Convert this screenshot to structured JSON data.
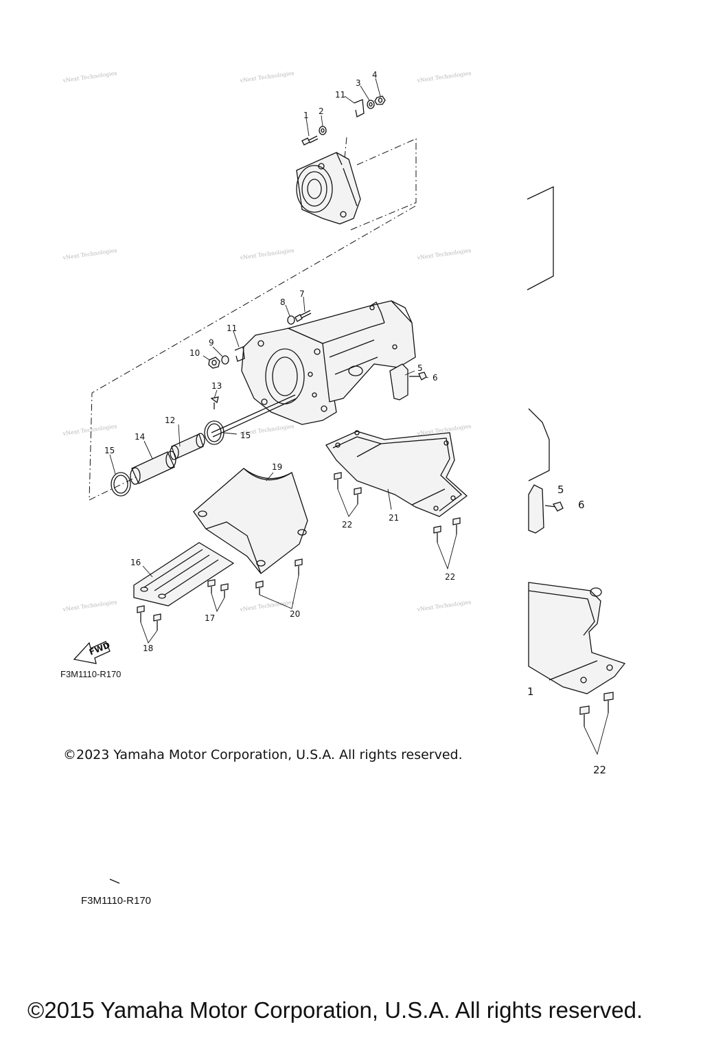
{
  "watermark": "vNext Technologies",
  "callouts": [
    "1",
    "2",
    "3",
    "4",
    "5",
    "6",
    "7",
    "8",
    "9",
    "10",
    "11",
    "11",
    "12",
    "13",
    "14",
    "15",
    "15",
    "16",
    "17",
    "18",
    "19",
    "20",
    "21",
    "22",
    "22"
  ],
  "fwd_label": "FWD",
  "diagram_code": "F3M1110-R170",
  "copyright_2023": "©2023 Yamaha Motor Corporation, U.S.A. All rights reserved.",
  "ghost": {
    "callouts": [
      "5",
      "6",
      "1",
      "22"
    ],
    "diagram_code": "F3M1110-R170",
    "copyright_2015": "©2015 Yamaha Motor Corporation, U.S.A. All rights reserved."
  }
}
